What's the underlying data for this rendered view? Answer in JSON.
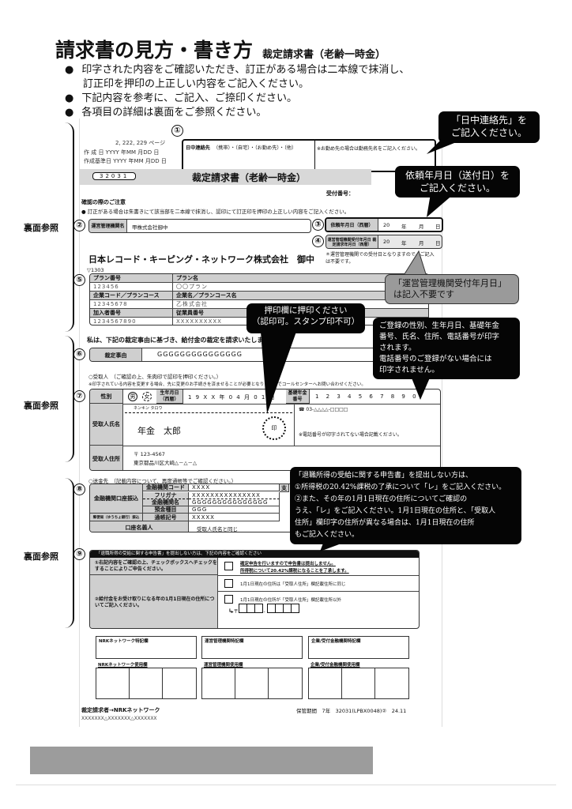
{
  "header": {
    "title": "請求書の見方・書き方",
    "subtitle": "裁定請求書（老齢一時金）",
    "bullets": [
      "印字された内容をご確認いただき、訂正がある場合は二本線で抹消し、",
      "訂正印を押印の上正しい内容をご記入ください。",
      "下記内容を参考に、ご記入、ご捺印ください。",
      "各項目の詳細は裏面をご参照ください。"
    ]
  },
  "side_ref": "裏面参照",
  "form": {
    "page_info": [
      "2, 222, 229 ページ",
      "作 成 日  YYYY 年MM 月DD 日",
      "作成基準日 YYYY 年MM 月DD 日"
    ],
    "contact_label": "日中連絡先",
    "contact_options": "（携帯）・（自宅）・（お勤め先）・（他）",
    "contact_note": "※お勤め先の場合は勤務先名をご記入ください。",
    "form_code": "32031",
    "form_title": "裁定請求書（老齢一時金）",
    "receipt_no_label": "受付番号：",
    "caution_title": "確認の際のご注意",
    "caution_text": "● 訂正がある場合は朱書きにて該当部を二本線で抹消し、認印にて訂正印を押印の上正しい内容をご記入ください。",
    "s2": {
      "num": "②",
      "label": "運営管理機関名",
      "value": "甲株式会社御中"
    },
    "s3": {
      "num": "③",
      "label": "依頼年月日（西暦）",
      "y": "20",
      "yl": "年",
      "ml": "月",
      "dl": "日"
    },
    "s4": {
      "num": "④",
      "label": "運営管理機関受付年月日 裁定請求年月日（西暦）",
      "y": "20",
      "yl": "年",
      "ml": "月",
      "dl": "日",
      "note": "＊運営管理機関での受付日となりますので、ご記入は不要です。"
    },
    "addressee": "日本レコード・キーピング・ネットワーク株式会社　御中",
    "postal_mark": "▽1303",
    "s5": {
      "num": "⑤",
      "rows": [
        [
          "プラン番号",
          "プラン名"
        ],
        [
          "123456",
          "〇〇プラン"
        ],
        [
          "企業コード／プランコース",
          "企業名／プランコース名"
        ],
        [
          "12345678",
          "乙株式会社"
        ],
        [
          "加入者番号",
          "従業員番号"
        ],
        [
          "1234567890",
          "XXXXXXXXXX"
        ]
      ]
    },
    "request_text": "私は、下記の裁定事由に基づき、給付金の裁定を請求いたします。",
    "s6": {
      "num": "⑥",
      "label": "裁定事由",
      "value": "GGGGGGGGGGGGGGG"
    },
    "recipient_note1": "○受取人　（ご確認の上、朱肉印で認印を押印ください。）",
    "recipient_note2": "※印字されている内容を変更する場合、先に変更のお手続きを済ませることが必要となりますのでコールセンターへお問い合わせください。",
    "s7": {
      "num": "⑦",
      "sex_label": "性別",
      "male": "男",
      "female": "女",
      "dob_label": "生年月日（西暦）",
      "dob": "1 9 X X 年 0 4 月 0 1 日",
      "pension_label": "基礎年金番号",
      "pension_no": "1 2 3 4 5 6 7 8 9 0",
      "name_label": "受取人氏名",
      "kana": "ネンキン タロウ",
      "name": "年金　太郎",
      "seal": "印",
      "phone": "☎ 03-△△△△-□□□□",
      "phone_note": "※電話番号が印字されてない場合記載ください。",
      "addr_label": "受取人住所",
      "zip": "〒 123-4567",
      "address": "東京都品川区大崎△－△－△"
    },
    "remit_note": "○送金先　（記載内容について、再度通帳等でご確認ください。）",
    "s8": {
      "num": "⑧",
      "bank_transfer": "金融機関口座振込",
      "post_transfer": "郵便局（ゆうちょ銀行）振込",
      "account_holder_label": "口座名義人",
      "account_holder": "受取人氏名と同じ",
      "rows": [
        [
          "金融機関コード",
          "XXXX"
        ],
        [
          "フリガナ",
          "XXXXXXXXXXXXXXX"
        ],
        [
          "金融機関名",
          "GGGGGGGGGGGGGGG"
        ],
        [
          "預金種目",
          "GGG"
        ],
        [
          "通帳記号",
          "XXXXX"
        ]
      ],
      "right_col": "支"
    },
    "s9": {
      "num": "⑨",
      "header": "「退職所得の受給に関する申告書」を提出しない方は、下記の内容をご確認ください",
      "q1": "①右記内容をご確認の上、チェックボックスへチェックをすることによりご申告ください。",
      "a1": [
        "確定申告を行いますので申告書は提出しません。",
        "所得税について20.42%課税になることを了承します。"
      ],
      "q2": "②給付金をお受け取りになる年の1月1日現在の住所についてご記入ください。",
      "a2": "1月1日現在の住所は「受取人住所」欄記載住所に同じ",
      "a3": "1月1日現在の住所が「受取人住所」欄記載住所以外",
      "zip_mark": "〒"
    },
    "office_boxes": [
      "NRKネットワーク特記欄",
      "運営管理機関特記欄",
      "企業/受付金融機関特記欄"
    ],
    "use_boxes": [
      "NRKネットワーク使用欄",
      "運営管理機関使用欄",
      "企業/受付金融機関使用欄"
    ],
    "footer_left": "裁定請求者→NRKネットワーク",
    "footer_code": "XXXXXXX△XXXXXXX△XXXXXXX",
    "footer_right": "保管期間　7年　32031(LPBX0048)②　24.11"
  },
  "callouts": {
    "contact": "「日中連絡先」を\nご記入ください。",
    "request_date": "依頼年月日（送付日）を\nご記入ください。",
    "receipt_date": "「運営管理機関受付年月日」\nは記入不要です",
    "seal": "押印欄に押印ください\n（認印可。スタンプ印不可）",
    "registered": "ご登録の性別、生年月日、基礎年金\n番号、氏名、住所、電話番号が印字\nされます。\n電話番号のご登録がない場合には\n印字されません。",
    "retirement": "「退職所得の受給に関する申告書」を提出しない方は、\n①所得税の20.42%課税の了承について「レ」をご記入ください。\n②また、その年の1月1日現在の住所についてご確認の\nうえ、「レ」をご記入ください。1月1日現在の住所と、「受取人\n住所」欄印字の住所が異なる場合は、1月1日現在の住所\nもご記入ください。"
  },
  "colors": {
    "callout": "#050505",
    "callout_gray": "#9a9a9a",
    "label_gray": "#cfcfcf",
    "bottom_bar": "#9c9c9c"
  }
}
